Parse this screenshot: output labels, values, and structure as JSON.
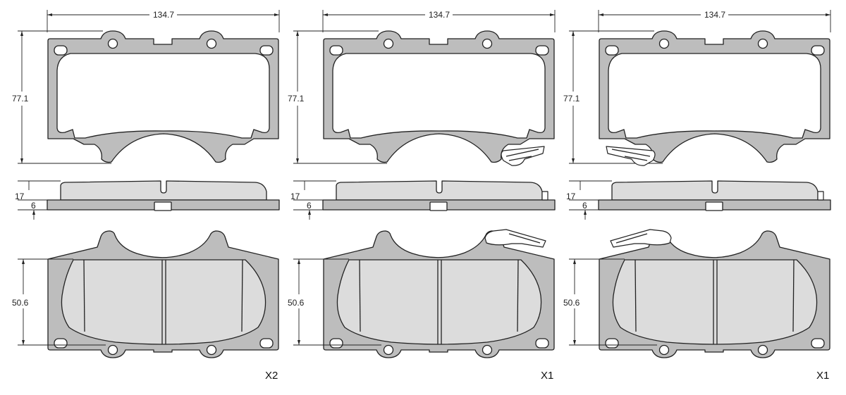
{
  "drawing": {
    "dimensions": {
      "width": "134.7",
      "height_top": "77.1",
      "thickness_total": "17",
      "thickness_backplate": "6",
      "height_friction": "50.6"
    },
    "pads": [
      {
        "quantity": "X2",
        "clip": "none"
      },
      {
        "quantity": "X1",
        "clip": "right"
      },
      {
        "quantity": "X1",
        "clip": "left"
      }
    ]
  }
}
